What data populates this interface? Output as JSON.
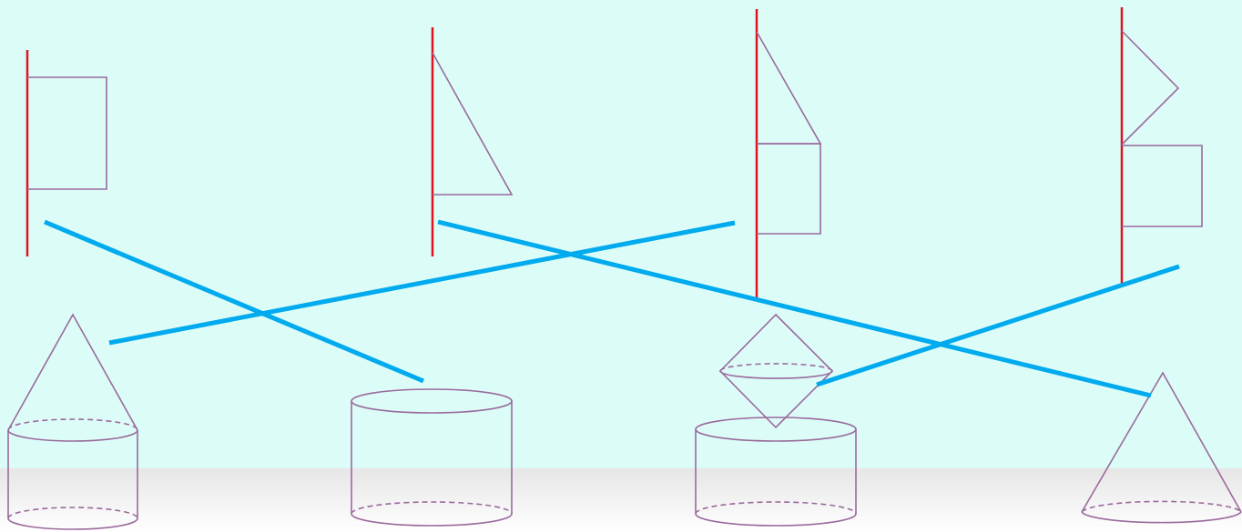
{
  "colors": {
    "background": "#dcfcf8",
    "floor_top": "#e6e6e6",
    "floor_bottom": "#ffffff",
    "axis": "#e0141e",
    "outline": "#9a6a9c",
    "match_line": "#00aaee"
  },
  "flags": [
    {
      "name": "rectangle-flag"
    },
    {
      "name": "right-triangle-flag"
    },
    {
      "name": "triangle-over-rectangle-flag"
    },
    {
      "name": "triangle-point-over-rectangle-flag"
    }
  ],
  "solids": [
    {
      "name": "cone-on-cylinder"
    },
    {
      "name": "cylinder"
    },
    {
      "name": "double-cone-over-cylinder"
    },
    {
      "name": "cone"
    }
  ],
  "matches": [
    {
      "flag": "rectangle-flag",
      "solid": "cylinder"
    },
    {
      "flag": "right-triangle-flag",
      "solid": "cone"
    },
    {
      "flag": "triangle-over-rectangle-flag",
      "solid": "cone-on-cylinder"
    },
    {
      "flag": "triangle-point-over-rectangle-flag",
      "solid": "double-cone-over-cylinder"
    }
  ]
}
